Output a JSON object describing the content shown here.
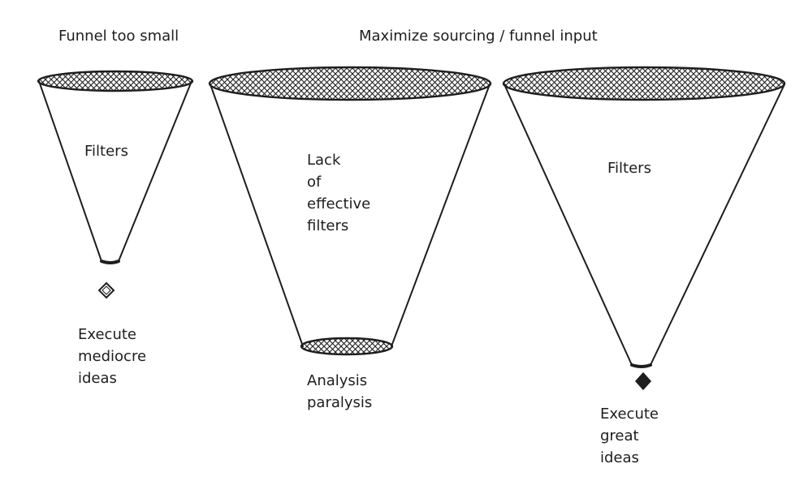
{
  "headings": {
    "left": "Funnel too small",
    "right": "Maximize sourcing / funnel input"
  },
  "funnels": [
    {
      "id": "small",
      "body_label": [
        "Filters"
      ],
      "output_marker": "hollow-diamond",
      "output_label": [
        "Execute",
        "mediocre",
        "ideas"
      ]
    },
    {
      "id": "wide-outlet",
      "body_label": [
        "Lack",
        "of",
        "effective",
        "filters"
      ],
      "output_label": [
        "Analysis",
        "paralysis"
      ]
    },
    {
      "id": "effective",
      "body_label": [
        "Filters"
      ],
      "output_marker": "filled-diamond",
      "output_label": [
        "Execute",
        "great",
        "ideas"
      ]
    }
  ],
  "colors": {
    "stroke": "#1e1e1e",
    "background": "#ffffff"
  }
}
